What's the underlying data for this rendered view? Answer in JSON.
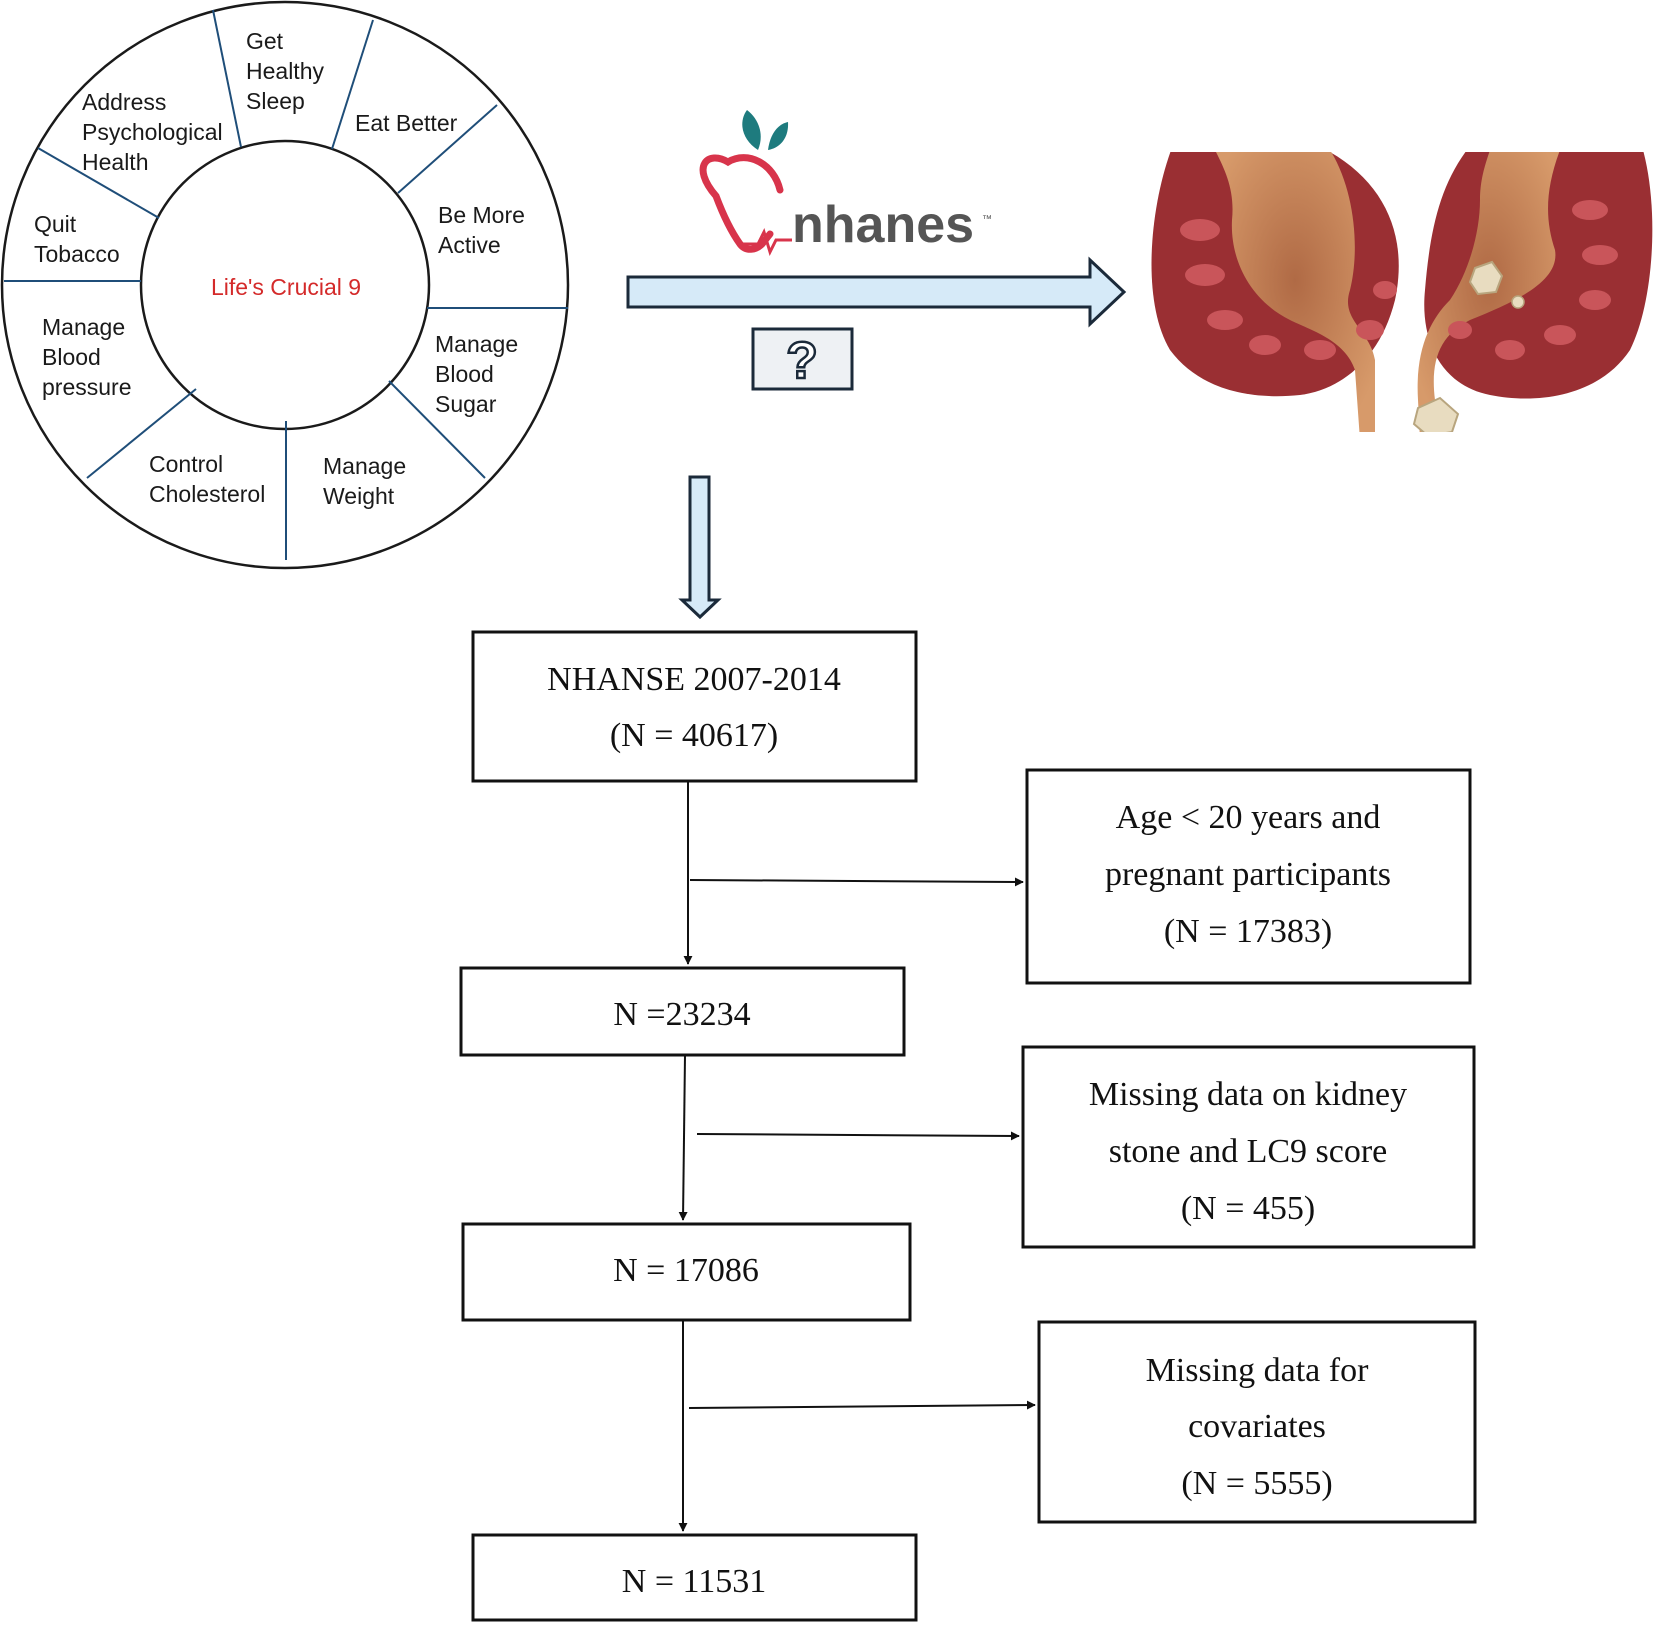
{
  "colors": {
    "wheel_line": "#1a1a1a",
    "wheel_divider": "#1f4e79",
    "center_text": "#d42a2a",
    "arrow_fill": "#d6eaf8",
    "arrow_stroke": "#1b2a3a",
    "logo_text": "#555555",
    "logo_apple": "#d8344b",
    "logo_leaf": "#1e7b7e",
    "kidney_outer": "#9a2f33",
    "kidney_inner": "#c8865a",
    "stone": "#e8dcc0"
  },
  "wheel": {
    "center_label": "Life's Crucial 9",
    "segments": [
      {
        "id": "sleep",
        "lines": [
          "Get",
          "Healthy",
          "Sleep"
        ]
      },
      {
        "id": "eat",
        "lines": [
          "Eat Better"
        ]
      },
      {
        "id": "active",
        "lines": [
          "Be More",
          "Active"
        ]
      },
      {
        "id": "sugar",
        "lines": [
          "Manage",
          "Blood",
          "Sugar"
        ]
      },
      {
        "id": "weight",
        "lines": [
          "Manage",
          "Weight"
        ]
      },
      {
        "id": "cholesterol",
        "lines": [
          "Control",
          "Cholesterol"
        ]
      },
      {
        "id": "bp",
        "lines": [
          "Manage",
          "Blood",
          "pressure"
        ]
      },
      {
        "id": "tobacco",
        "lines": [
          "Quit",
          "Tobacco"
        ]
      },
      {
        "id": "psych",
        "lines": [
          "Address",
          "Psychological",
          "Health"
        ]
      }
    ]
  },
  "logo": {
    "text": "nhanes",
    "tm": "™"
  },
  "question_box": {
    "symbol": "?"
  },
  "flowchart": {
    "main_boxes": [
      {
        "id": "start",
        "lines": [
          "NHANSE 2007-2014",
          "(N = 40617)"
        ]
      },
      {
        "id": "step1",
        "lines": [
          "N =23234"
        ]
      },
      {
        "id": "step2",
        "lines": [
          "N = 17086"
        ]
      },
      {
        "id": "final",
        "lines": [
          "N = 11531"
        ]
      }
    ],
    "exclusion_boxes": [
      {
        "id": "excl1",
        "lines": [
          "Age < 20 years and",
          "pregnant participants",
          "(N = 17383)"
        ]
      },
      {
        "id": "excl2",
        "lines": [
          "Missing data on kidney",
          "stone and LC9 score",
          "(N = 455)"
        ]
      },
      {
        "id": "excl3",
        "lines": [
          "Missing data for",
          "covariates",
          "(N = 5555)"
        ]
      }
    ]
  }
}
